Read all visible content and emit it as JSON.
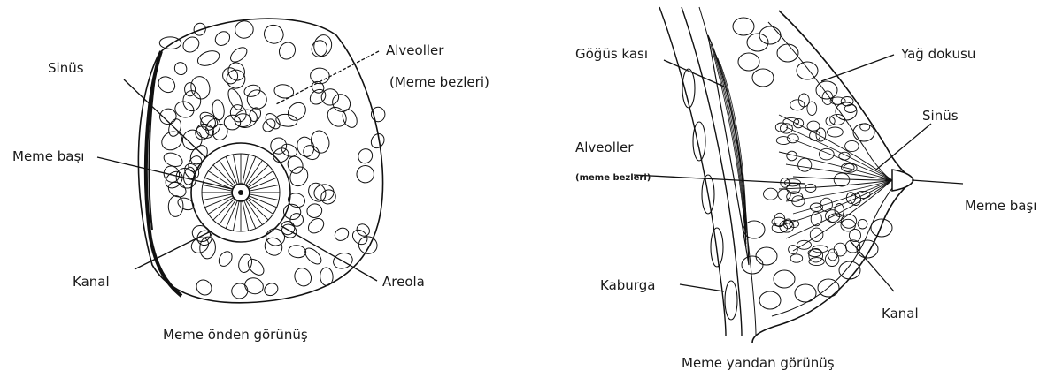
{
  "front_view": {
    "caption": "Meme önden görünüş",
    "labels": {
      "sinus": "Sinüs",
      "alveoller": "Alveoller",
      "meme_bezleri": "(Meme bezleri)",
      "meme_basi": "Meme başı",
      "kanal": "Kanal",
      "areola": "Areola"
    }
  },
  "side_view": {
    "caption": "Meme yandan görünüş",
    "labels": {
      "gogus_kasi": "Göğüs kası",
      "yag_dokusu": "Yağ dokusu",
      "sinus": "Sinüs",
      "alveoller": "Alveoller",
      "meme_bezleri": "(meme bezleri)",
      "meme_basi": "Meme başı",
      "kaburga": "Kaburga",
      "kanal": "Kanal"
    }
  }
}
